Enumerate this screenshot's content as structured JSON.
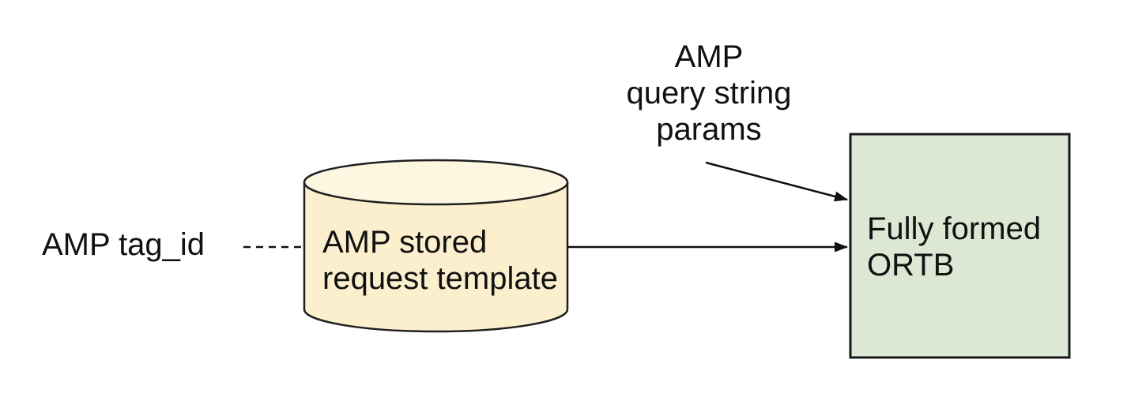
{
  "diagram": {
    "background": "#ffffff",
    "stroke_color": "#1f1f1f",
    "nodes": {
      "amp_tag_id": {
        "label": "AMP tag_id",
        "shape": "text"
      },
      "stored_request": {
        "label": "AMP stored\nrequest template",
        "shape": "cylinder",
        "fill_body": "#FCEFCE",
        "fill_top": "#FDF6E1"
      },
      "query_params": {
        "label": "AMP\nquery string\nparams",
        "shape": "text"
      },
      "ortb": {
        "label": "Fully formed\nORTB",
        "shape": "rectangle",
        "fill": "#DCE8D4"
      }
    },
    "edges": [
      {
        "from": "amp_tag_id",
        "to": "stored_request",
        "style": "dashed",
        "arrowhead": false
      },
      {
        "from": "stored_request",
        "to": "ortb",
        "style": "solid",
        "arrowhead": true
      },
      {
        "from": "query_params",
        "to": "ortb",
        "style": "solid",
        "arrowhead": true
      }
    ]
  }
}
